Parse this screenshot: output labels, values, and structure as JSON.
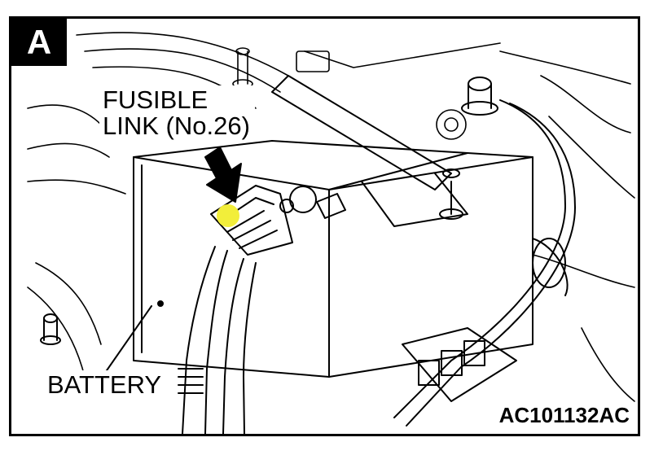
{
  "panel": {
    "letter": "A"
  },
  "callouts": {
    "fusible_link_line1": "FUSIBLE",
    "fusible_link_line2": "LINK (No.26)",
    "battery": "BATTERY"
  },
  "figure_code": "AC101132AC",
  "colors": {
    "line": "#000000",
    "highlight": "#f2ee3a",
    "background": "#ffffff"
  }
}
